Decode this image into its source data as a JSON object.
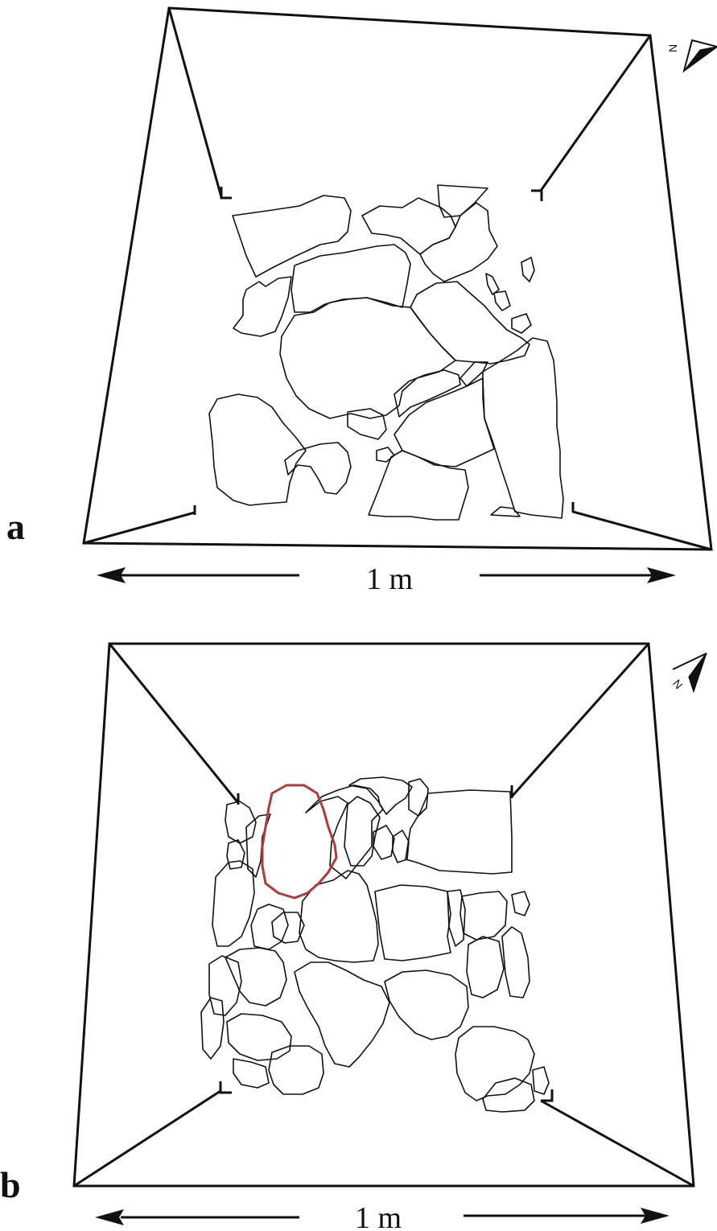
{
  "figure": {
    "panels": [
      {
        "id": "a",
        "label": "a",
        "scale_text": "1 m",
        "north_letter": "N"
      },
      {
        "id": "b",
        "label": "b",
        "scale_text": "1 m",
        "north_letter": "N",
        "highlight_color": "#b03a3a"
      }
    ]
  }
}
